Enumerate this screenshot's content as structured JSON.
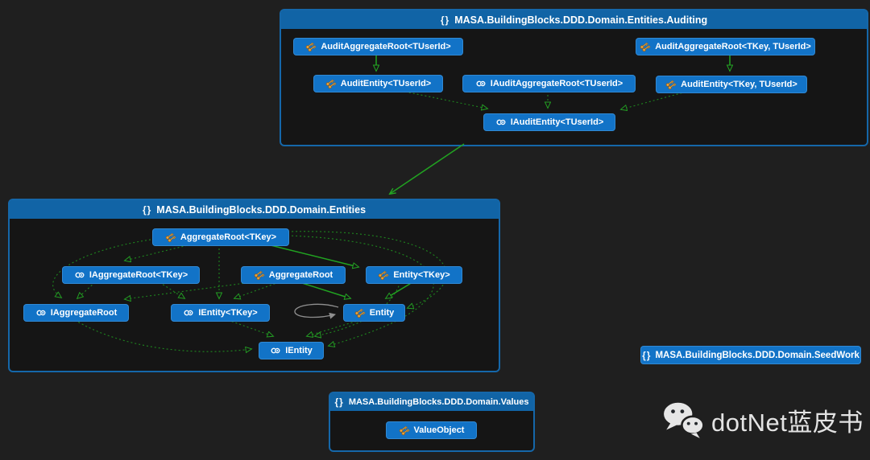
{
  "icons": {
    "namespace_glyph": "{}"
  },
  "colors": {
    "background": "#1f1f1f",
    "container_border": "#1567a9",
    "container_header": "#1164a6",
    "container_fill": "#151515",
    "node_fill": "#1273c7",
    "edge_solid": "#21a321",
    "edge_dashed": "#1f8c1f",
    "self_loop_gray": "#8f8f8f",
    "class_icon_color": "#e8a33c",
    "interface_icon_color": "#ffffff",
    "watermark_color": "#e3e3e3"
  },
  "containers": [
    {
      "title": "MASA.BuildingBlocks.DDD.Domain.Entities.Auditing",
      "nodes": [
        {
          "label": "AuditAggregateRoot<TUserId>",
          "kind": "class"
        },
        {
          "label": "AuditEntity<TUserId>",
          "kind": "class"
        },
        {
          "label": "IAuditAggregateRoot<TUserId>",
          "kind": "interface"
        },
        {
          "label": "AuditAggregateRoot<TKey, TUserId>",
          "kind": "class"
        },
        {
          "label": "AuditEntity<TKey, TUserId>",
          "kind": "class"
        },
        {
          "label": "IAuditEntity<TUserId>",
          "kind": "interface"
        }
      ]
    },
    {
      "title": "MASA.BuildingBlocks.DDD.Domain.Entities",
      "nodes": [
        {
          "label": "AggregateRoot<TKey>",
          "kind": "class"
        },
        {
          "label": "IAggregateRoot<TKey>",
          "kind": "interface"
        },
        {
          "label": "AggregateRoot",
          "kind": "class"
        },
        {
          "label": "Entity<TKey>",
          "kind": "class"
        },
        {
          "label": "IAggregateRoot",
          "kind": "interface"
        },
        {
          "label": "IEntity<TKey>",
          "kind": "interface"
        },
        {
          "label": "Entity",
          "kind": "class"
        },
        {
          "label": "IEntity",
          "kind": "interface"
        }
      ]
    },
    {
      "title": "MASA.BuildingBlocks.DDD.Domain.Values",
      "nodes": [
        {
          "label": "ValueObject",
          "kind": "class"
        }
      ]
    }
  ],
  "standalone_namespace": {
    "label": "MASA.BuildingBlocks.DDD.Domain.SeedWork"
  },
  "relations": [
    {
      "from": "AuditAggregateRoot<TUserId>",
      "to": "AuditEntity<TUserId>",
      "kind": "inherits"
    },
    {
      "from": "AuditAggregateRoot<TKey, TUserId>",
      "to": "AuditEntity<TKey, TUserId>",
      "kind": "inherits"
    },
    {
      "from": "AuditEntity<TUserId>",
      "to": "IAuditEntity<TUserId>",
      "kind": "implements"
    },
    {
      "from": "IAuditAggregateRoot<TUserId>",
      "to": "IAuditEntity<TUserId>",
      "kind": "implements"
    },
    {
      "from": "AuditEntity<TKey, TUserId>",
      "to": "IAuditEntity<TUserId>",
      "kind": "implements"
    },
    {
      "from": "MASA.BuildingBlocks.DDD.Domain.Entities.Auditing",
      "to": "MASA.BuildingBlocks.DDD.Domain.Entities",
      "kind": "depends"
    },
    {
      "from": "AggregateRoot<TKey>",
      "to": "Entity<TKey>",
      "kind": "inherits"
    },
    {
      "from": "AggregateRoot<TKey>",
      "to": "IAggregateRoot<TKey>",
      "kind": "implements"
    },
    {
      "from": "AggregateRoot<TKey>",
      "to": "IAggregateRoot",
      "kind": "implements"
    },
    {
      "from": "AggregateRoot<TKey>",
      "to": "IEntity<TKey>",
      "kind": "implements"
    },
    {
      "from": "AggregateRoot<TKey>",
      "to": "IEntity",
      "kind": "implements"
    },
    {
      "from": "IAggregateRoot<TKey>",
      "to": "IAggregateRoot",
      "kind": "implements"
    },
    {
      "from": "IAggregateRoot<TKey>",
      "to": "IEntity<TKey>",
      "kind": "implements"
    },
    {
      "from": "AggregateRoot",
      "to": "Entity",
      "kind": "inherits"
    },
    {
      "from": "AggregateRoot",
      "to": "IAggregateRoot",
      "kind": "implements"
    },
    {
      "from": "AggregateRoot",
      "to": "IEntity<TKey>",
      "kind": "implements"
    },
    {
      "from": "Entity<TKey>",
      "to": "Entity",
      "kind": "inherits"
    },
    {
      "from": "Entity<TKey>",
      "to": "IEntity",
      "kind": "implements"
    },
    {
      "from": "Entity",
      "to": "IEntity",
      "kind": "implements"
    },
    {
      "from": "Entity",
      "to": "Entity",
      "kind": "self-reference"
    },
    {
      "from": "IEntity<TKey>",
      "to": "IEntity",
      "kind": "implements"
    },
    {
      "from": "IAggregateRoot",
      "to": "IEntity",
      "kind": "implements"
    }
  ],
  "watermark": {
    "text": "dotNet蓝皮书"
  }
}
